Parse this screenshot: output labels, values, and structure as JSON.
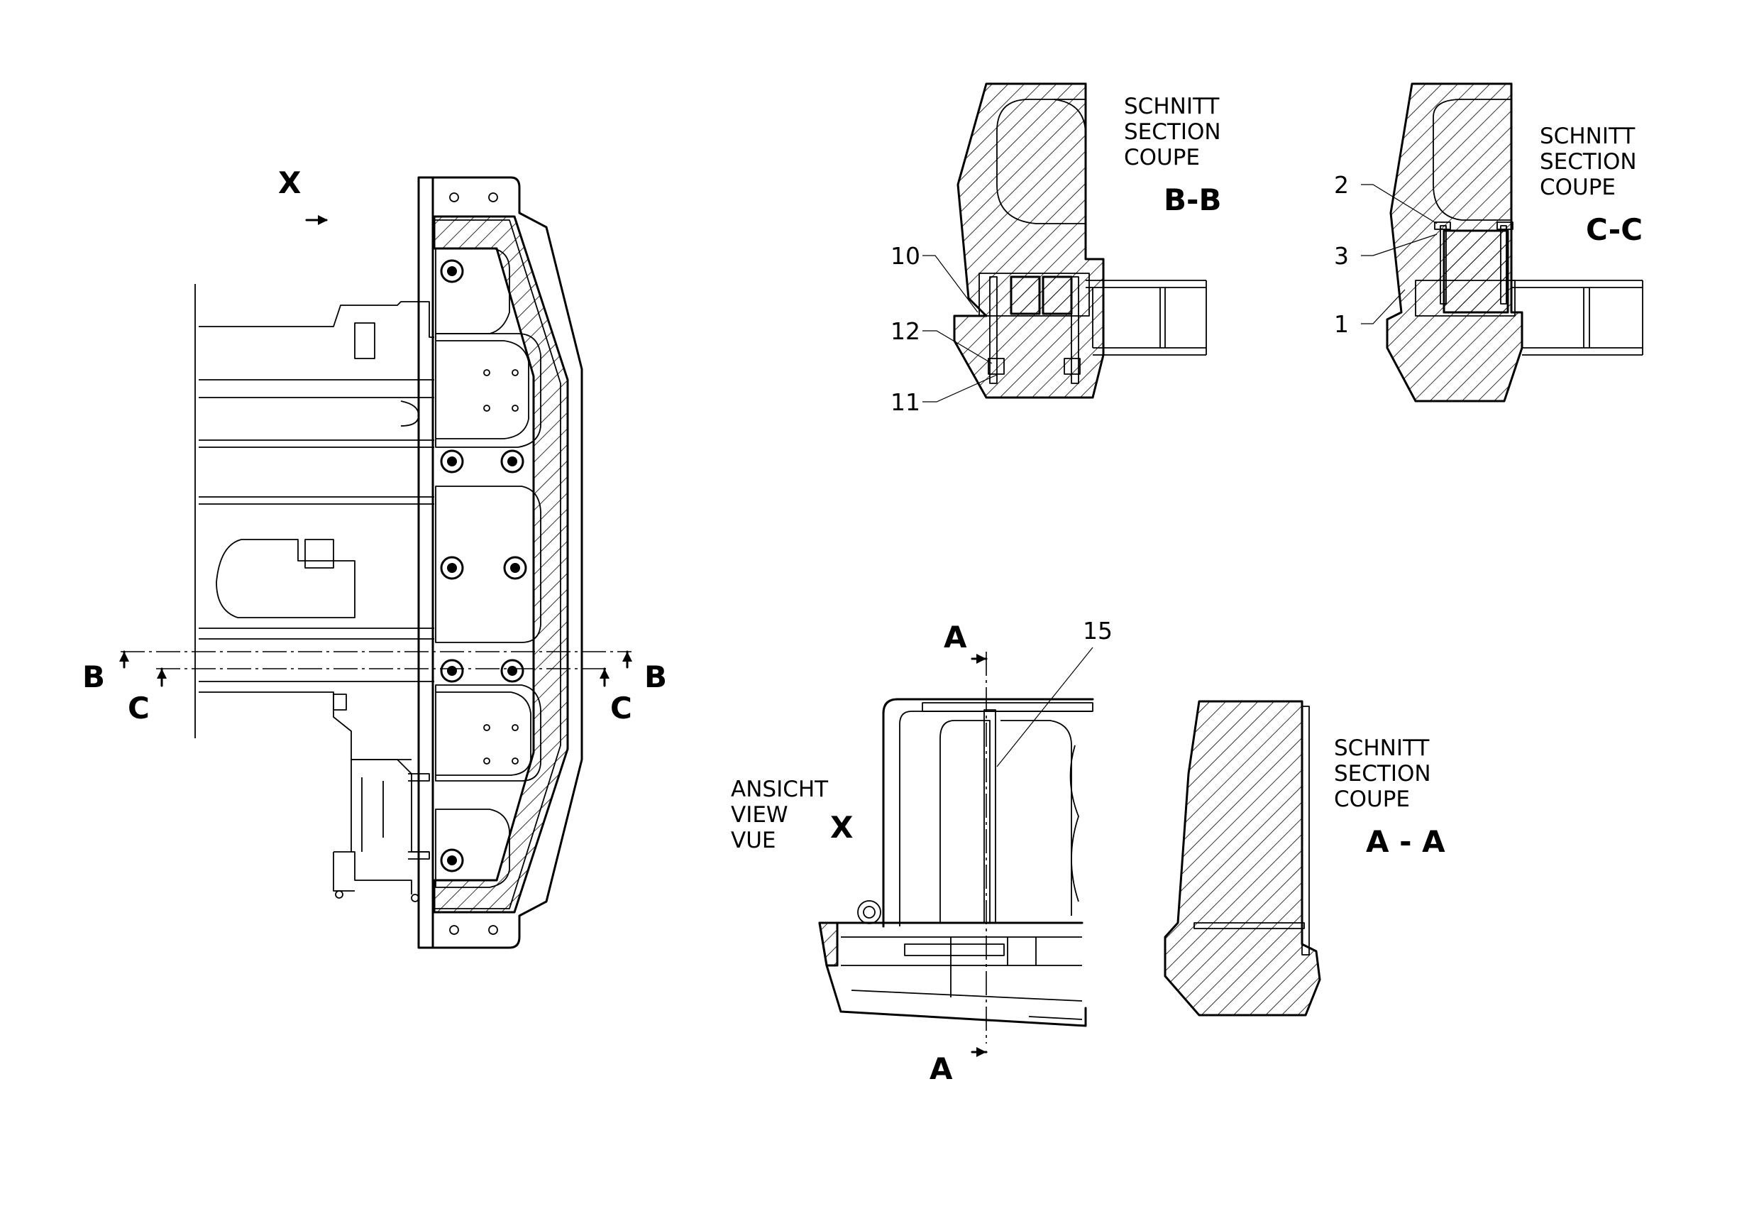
{
  "view_x": {
    "marker": "X"
  },
  "section_markers": {
    "b": "B",
    "c": "C"
  },
  "section_bb": {
    "line1": "SCHNITT",
    "line2": "SECTION",
    "line3": "COUPE",
    "name": "B-B"
  },
  "section_cc": {
    "line1": "SCHNITT",
    "line2": "SECTION",
    "line3": "COUPE",
    "name": "C-C"
  },
  "section_aa": {
    "line1": "SCHNITT",
    "line2": "SECTION",
    "line3": "COUPE",
    "name": "A - A"
  },
  "ansicht": {
    "line1": "ANSICHT",
    "line2": "VIEW",
    "line3": "VUE",
    "name": "X"
  },
  "marker_a": "A",
  "callouts": {
    "c10": "10",
    "c12": "12",
    "c11": "11",
    "c2": "2",
    "c3": "3",
    "c1": "1",
    "c15": "15"
  }
}
